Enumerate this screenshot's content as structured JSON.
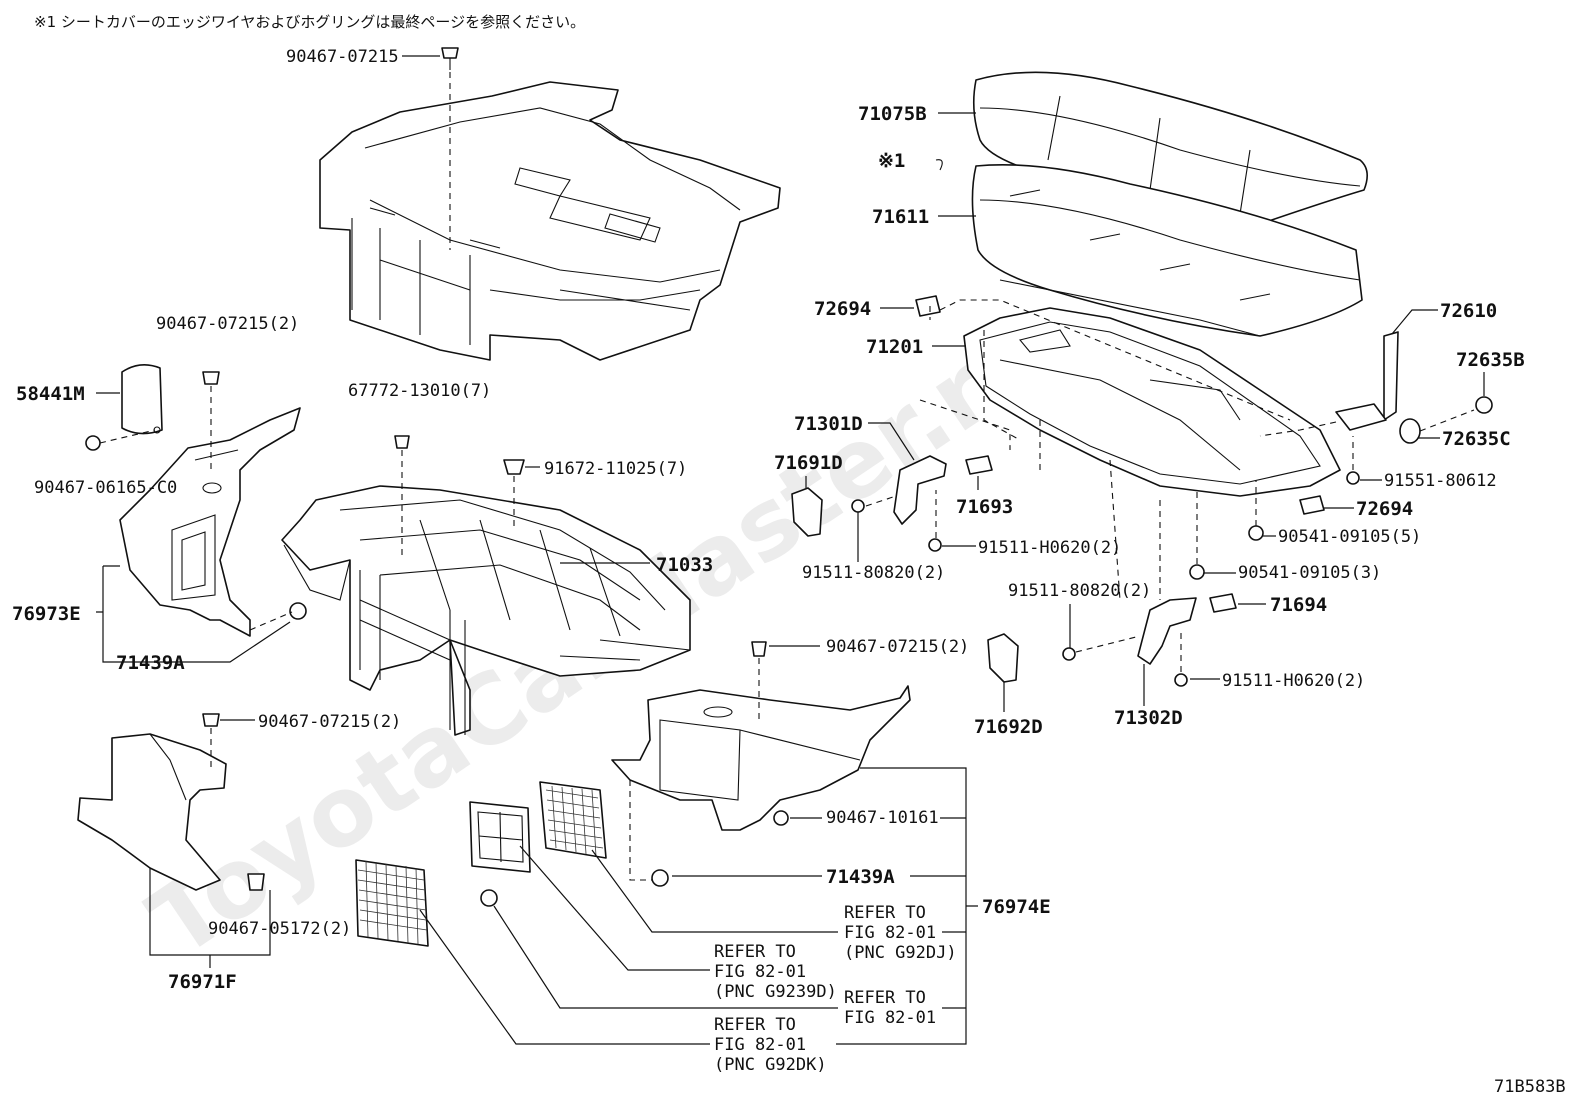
{
  "note": "※1 シートカバーのエッジワイヤおよびホグリングは最終ページを参照ください。",
  "watermark": "ToyotaCarMaster.ru",
  "figure_code": "71B583B",
  "star_mark": "※1",
  "labels": {
    "p90467_07215": "90467-07215",
    "p90467_07215_2a": "90467-07215(2)",
    "p58441M": "58441M",
    "p90467_06165": "90467-06165-C0",
    "p67772": "67772-13010(7)",
    "p91672": "91672-11025(7)",
    "p71033": "71033",
    "p76973E": "76973E",
    "p71439A_a": "71439A",
    "p90467_07215_2b": "90467-07215(2)",
    "p90467_07215_2c": "90467-07215(2)",
    "p90467_05172": "90467-05172(2)",
    "p76971F": "76971F",
    "p90467_10161": "90467-10161",
    "p71439A_b": "71439A",
    "p76974E": "76974E",
    "p71075B": "71075B",
    "p71611": "71611",
    "p72694_a": "72694",
    "p71201": "71201",
    "p72610": "72610",
    "p72635B": "72635B",
    "p72635C": "72635C",
    "p91551": "91551-80612",
    "p72694_b": "72694",
    "p71301D": "71301D",
    "p71691D": "71691D",
    "p71693": "71693",
    "p91511_80820_a": "91511-80820(2)",
    "p91511_H0620_a": "91511-H0620(2)",
    "p90541_5": "90541-09105(5)",
    "p90541_3": "90541-09105(3)",
    "p91511_80820_b": "91511-80820(2)",
    "p71694": "71694",
    "p71692D": "71692D",
    "p71302D": "71302D",
    "p91511_H0620_b": "91511-H0620(2)"
  },
  "references": [
    {
      "l1": "REFER TO",
      "l2": "FIG 82-01",
      "l3": "(PNC G92DJ)"
    },
    {
      "l1": "REFER TO",
      "l2": "FIG 82-01",
      "l3": "(PNC G9239D)"
    },
    {
      "l1": "REFER TO",
      "l2": "FIG 82-01",
      "l3": ""
    },
    {
      "l1": "REFER TO",
      "l2": "FIG 82-01",
      "l3": "(PNC G92DK)"
    }
  ]
}
